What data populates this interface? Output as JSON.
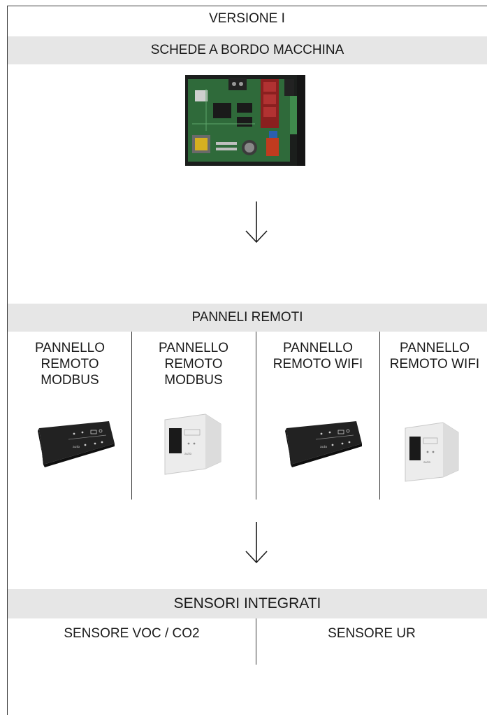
{
  "header": {
    "title": "VERSIONE I"
  },
  "sections": {
    "boards": {
      "label": "SCHEDE A BORDO MACCHINA"
    },
    "panels": {
      "label": "PANNELI REMOTI",
      "columns": [
        {
          "label": "PANNELLO REMOTO MODBUS",
          "variant": "black"
        },
        {
          "label": "PANNELLO REMOTO MODBUS",
          "variant": "white"
        },
        {
          "label": "PANNELLO REMOTO WIFI",
          "variant": "black"
        },
        {
          "label": "PANNELLO REMOTO WIFI",
          "variant": "white"
        }
      ]
    },
    "sensors": {
      "label": "SENSORI INTEGRATI",
      "items": [
        {
          "label": "SENSORE VOC / CO2"
        },
        {
          "label": "SENSORE UR"
        }
      ]
    }
  },
  "colors": {
    "band_bg": "#e6e6e6",
    "line": "#3a3a3a",
    "pcb_green": "#2f6a3a"
  }
}
